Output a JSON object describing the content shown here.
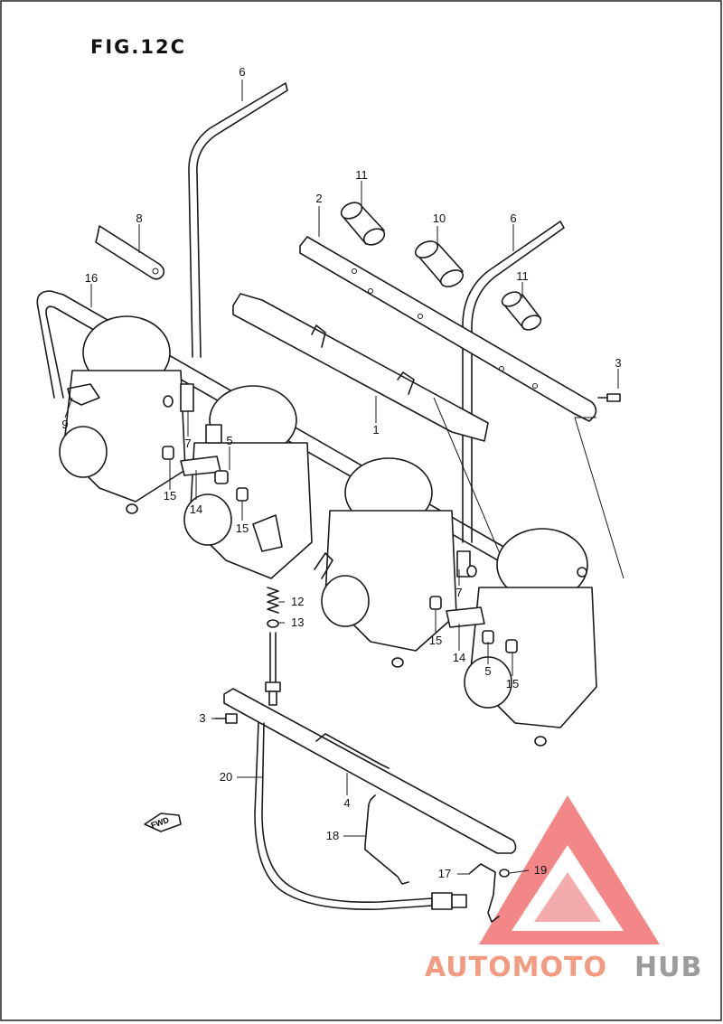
{
  "figure": {
    "title": "FIG.12C"
  },
  "callouts": {
    "c1": "1",
    "c2": "2",
    "c3a": "3",
    "c3b": "3",
    "c4": "4",
    "c5a": "5",
    "c5b": "5",
    "c6a": "6",
    "c6b": "6",
    "c7a": "7",
    "c7b": "7",
    "c8": "8",
    "c9": "9",
    "c10": "10",
    "c11a": "11",
    "c11b": "11",
    "c12": "12",
    "c13": "13",
    "c14a": "14",
    "c14b": "14",
    "c15a": "15",
    "c15b": "15",
    "c15c": "15",
    "c15d": "15",
    "c16": "16",
    "c17": "17",
    "c18": "18",
    "c19": "19",
    "c20": "20"
  },
  "fwd_label": "FWD",
  "watermark": {
    "part1": "AUTOMOTO",
    "part2": "HUB",
    "color1": "#f08a6a",
    "color2": "#8a8a8a",
    "logo_color": "#f05a5a"
  }
}
